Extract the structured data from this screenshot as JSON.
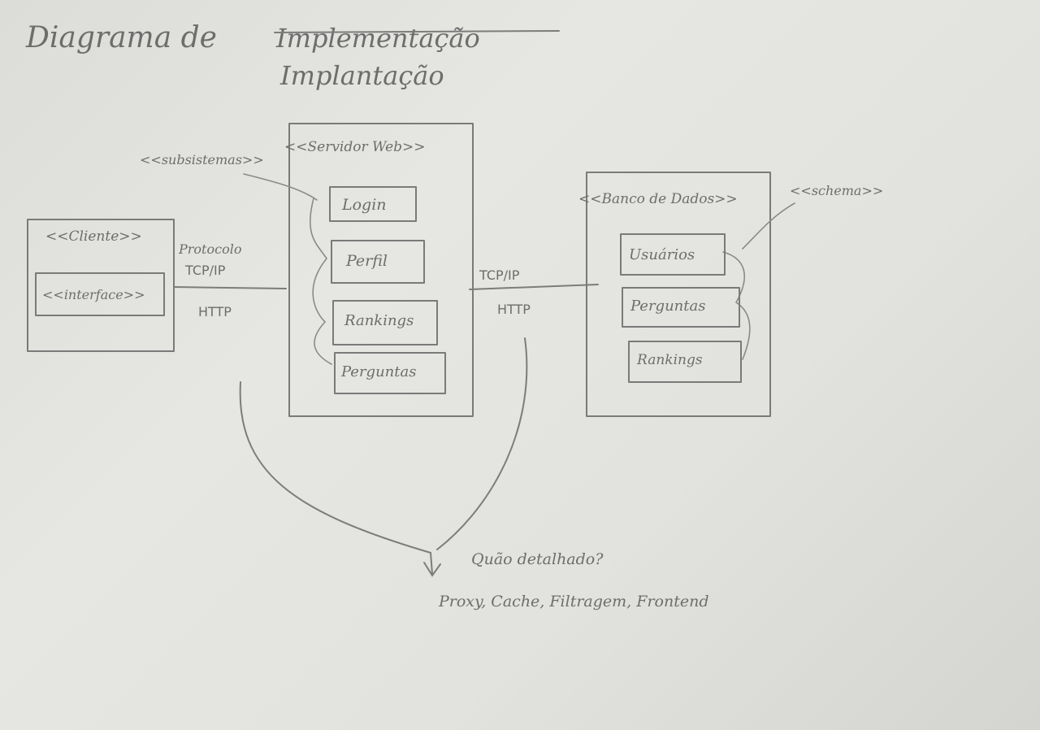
{
  "title": {
    "prefix": "Diagrama de",
    "struck": "Implementação",
    "correction": "Implantação"
  },
  "client": {
    "label": "<<Cliente>>",
    "component": "<<interface>>"
  },
  "server": {
    "label": "<<Servidor Web>>",
    "subsystems_stereotype": "<<subsistemas>>",
    "components": [
      "Login",
      "Perfil",
      "Rankings",
      "Perguntas"
    ]
  },
  "database": {
    "label": "<<Banco de Dados>>",
    "schema_stereotype": "<<schema>>",
    "tables": [
      "Usuários",
      "Perguntas",
      "Rankings"
    ]
  },
  "link_left": {
    "protocol_label": "Protocolo",
    "transport": "TCP/IP",
    "application": "HTTP"
  },
  "link_right": {
    "transport": "TCP/IP",
    "application": "HTTP"
  },
  "note": {
    "question": "Quão detalhado?",
    "items": "Proxy, Cache, Filtragem, Frontend"
  }
}
